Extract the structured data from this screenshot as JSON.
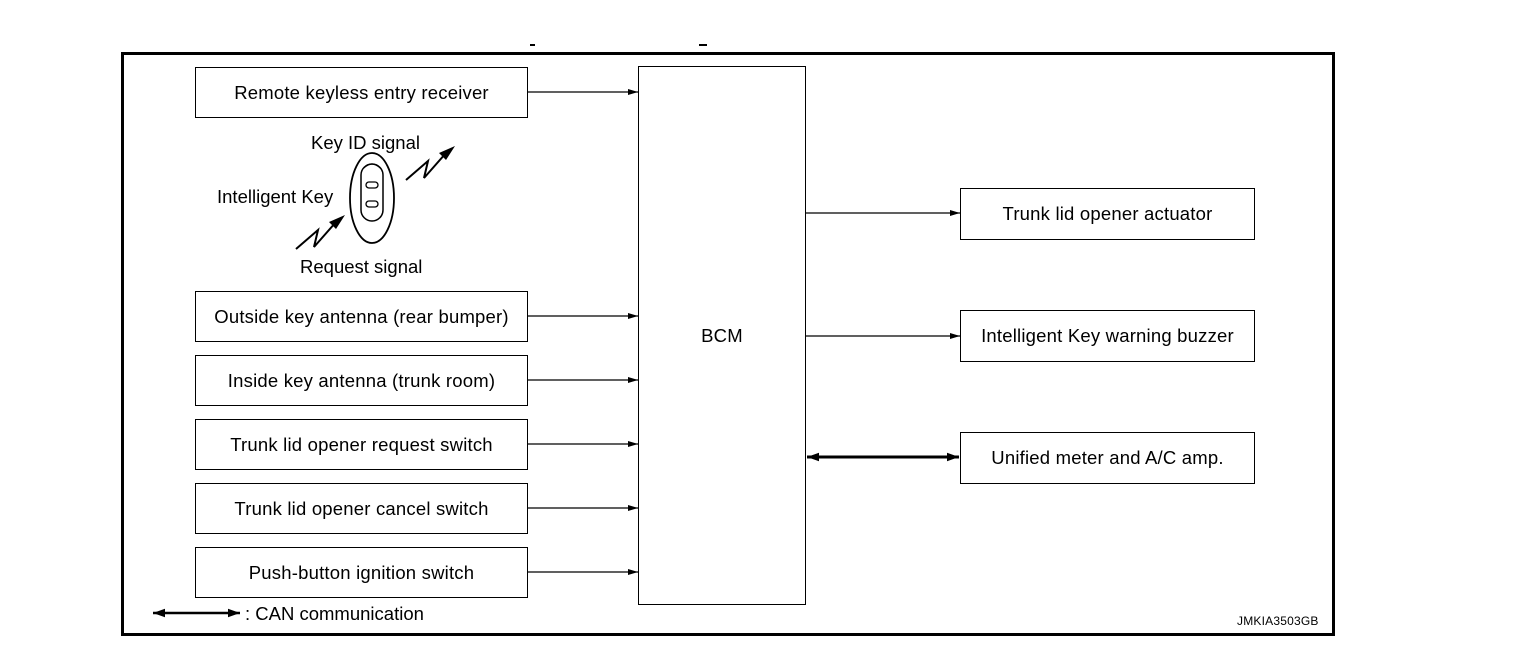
{
  "inputs": {
    "remote_keyless_entry_receiver": "Remote keyless entry receiver",
    "outside_key_antenna": "Outside key antenna (rear bumper)",
    "inside_key_antenna": "Inside key antenna (trunk room)",
    "trunk_lid_opener_request_switch": "Trunk lid opener request switch",
    "trunk_lid_opener_cancel_switch": "Trunk lid opener cancel switch",
    "push_button_ignition_switch": "Push-button ignition switch"
  },
  "intelligent_key": {
    "key_id_signal": "Key ID signal",
    "intelligent_key": "Intelligent Key",
    "request_signal": "Request signal"
  },
  "controller": {
    "label": "BCM"
  },
  "outputs": {
    "trunk_lid_opener_actuator": "Trunk lid opener actuator",
    "intelligent_key_warning_buzzer": "Intelligent Key warning buzzer",
    "unified_meter_ac_amp": "Unified meter and A/C amp."
  },
  "legend": {
    "can_label": ": CAN communication"
  },
  "figure_id": "JMKIA3503GB"
}
